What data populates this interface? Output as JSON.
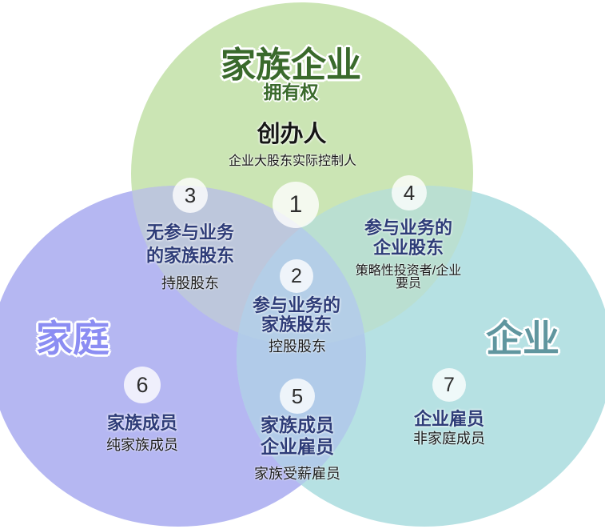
{
  "colors": {
    "circle_family_business": "#cbe5b4",
    "circle_family": "#b5b7f2",
    "circle_business": "#b6e1e3",
    "overlap_ownership_family": "#bdc7dc",
    "overlap_ownership_business": "#badfd1",
    "overlap_family_business": "#b1cbe9",
    "overlap_center": "#b4cee7",
    "label_family_business": "#3a6a2c",
    "label_family": "#8b8df3",
    "label_business": "#60969f",
    "region_title": "#2e3c78",
    "region_subtitle": "#1b1b1b",
    "badge_number": "#2d2d2d"
  },
  "top_circle": {
    "title": "家族企业",
    "subtitle": "拥有权",
    "heading": "创办人",
    "description": "企业大股东实际控制人"
  },
  "left_circle": {
    "label": "家庭"
  },
  "right_circle": {
    "label": "企业"
  },
  "regions": [
    {
      "number": "1",
      "title_lines": [],
      "subtitle_lines": []
    },
    {
      "number": "2",
      "title_lines": [
        "参与业务的",
        "家族股东"
      ],
      "subtitle_lines": [
        "控股股东"
      ]
    },
    {
      "number": "3",
      "title_lines": [
        "无参与业务",
        "的家族股东"
      ],
      "subtitle_lines": [
        "持股股东"
      ]
    },
    {
      "number": "4",
      "title_lines": [
        "参与业务的",
        "企业股东"
      ],
      "subtitle_lines": [
        "策略性投资者/企业",
        "要员"
      ]
    },
    {
      "number": "5",
      "title_lines": [
        "家族成员",
        "企业雇员"
      ],
      "subtitle_lines": [
        "家族受薪雇员"
      ]
    },
    {
      "number": "6",
      "title_lines": [
        "家族成员"
      ],
      "subtitle_lines": [
        "纯家族成员"
      ]
    },
    {
      "number": "7",
      "title_lines": [
        "企业雇员"
      ],
      "subtitle_lines": [
        "非家庭成员"
      ]
    }
  ]
}
